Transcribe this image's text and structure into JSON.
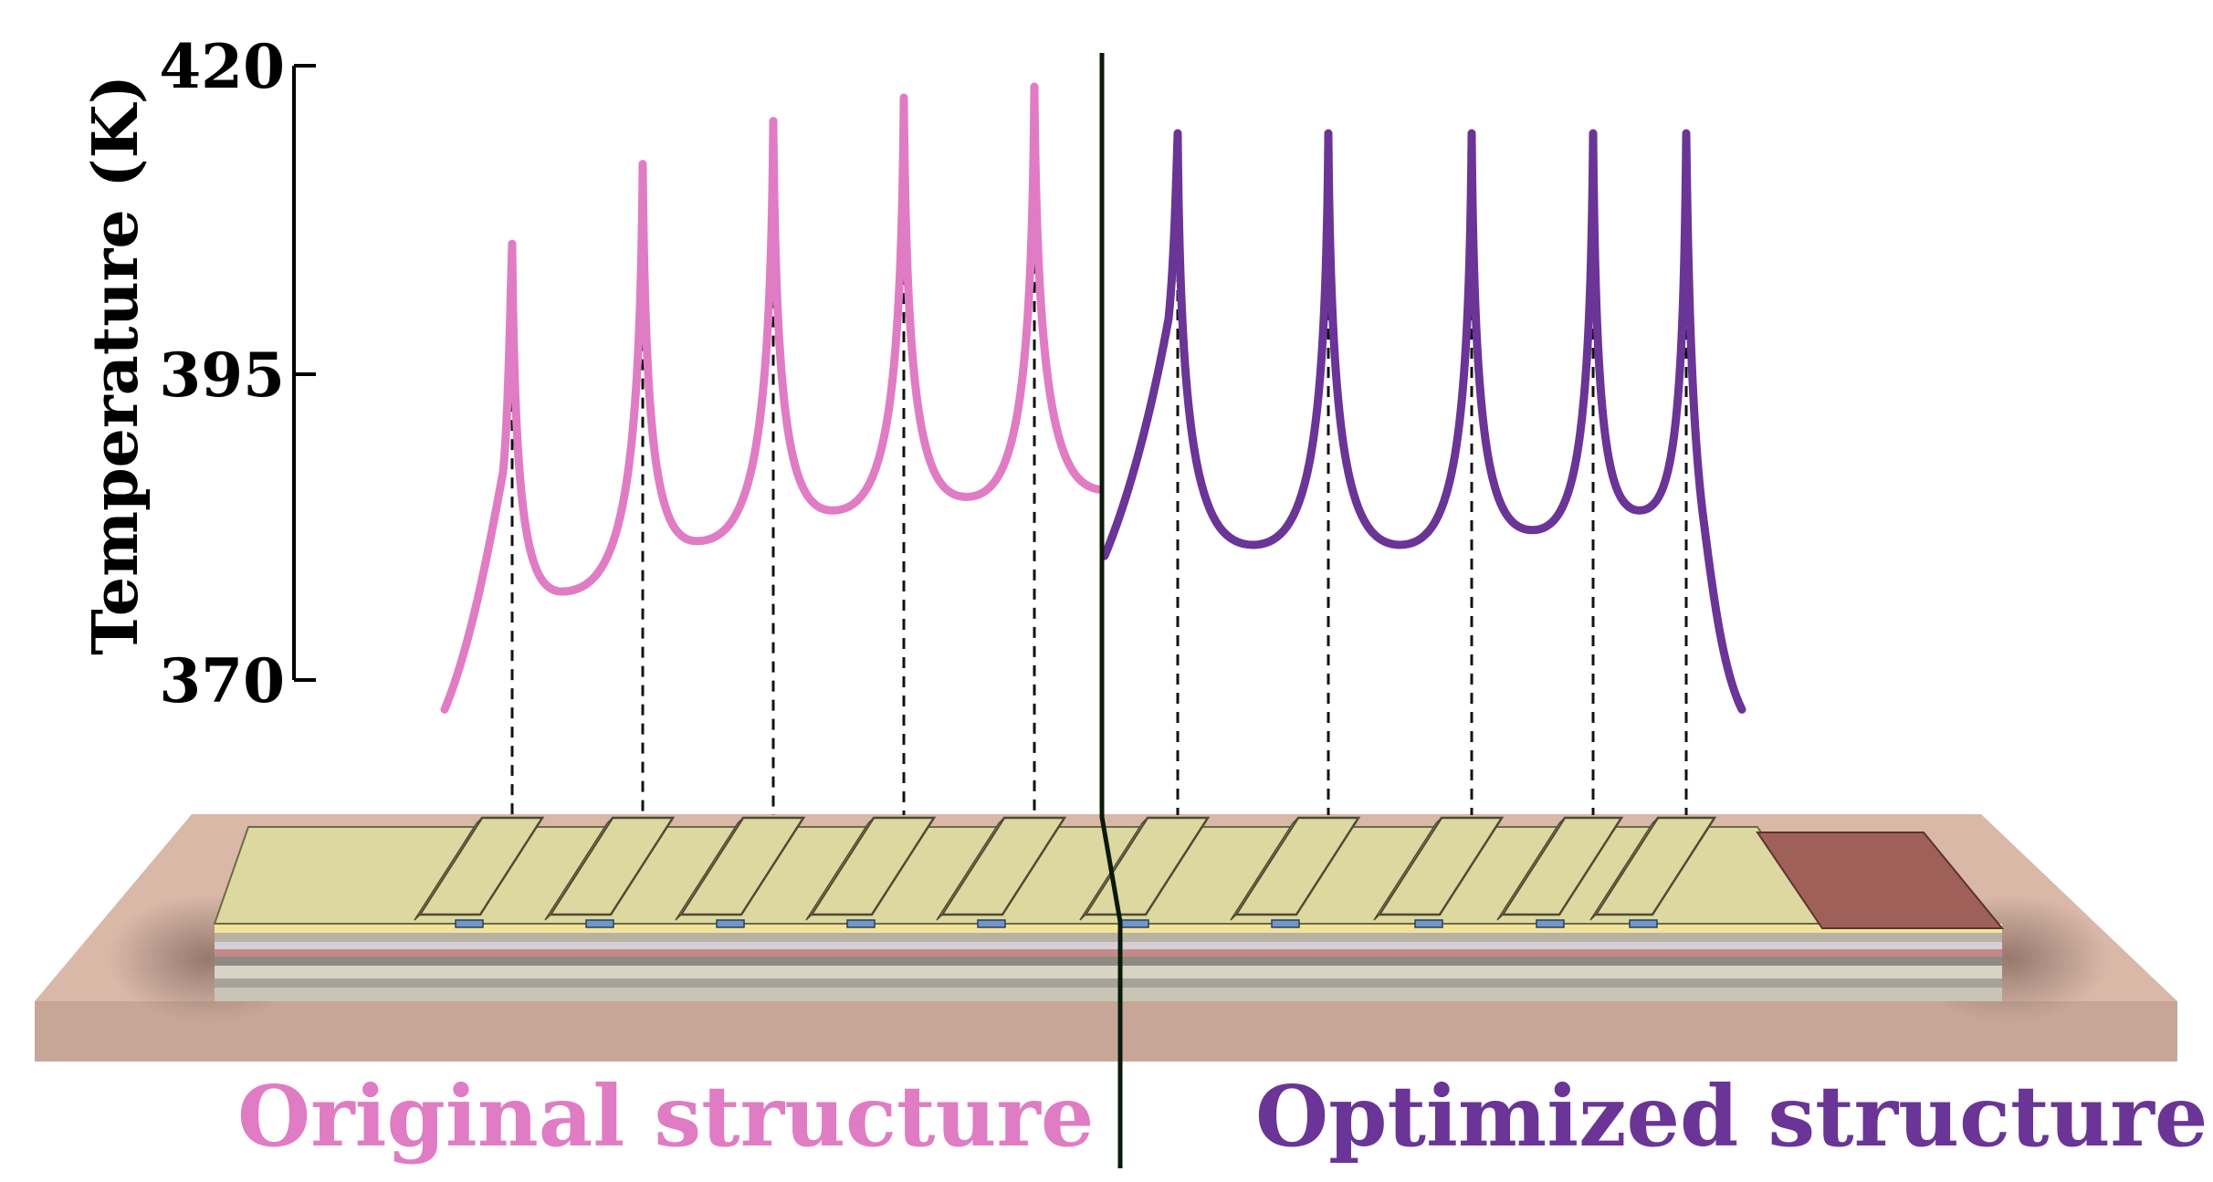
{
  "chart_data": {
    "type": "line",
    "ylabel": "Temperature (K)",
    "y_ticks": [
      "420",
      "395",
      "370"
    ],
    "ylim": [
      370,
      420
    ],
    "grid": false,
    "series": [
      {
        "name": "Original structure",
        "color": "#e07cc4",
        "segment": "left",
        "start_value": 367.6,
        "end_value": 385.5,
        "peaks": [
          {
            "value": 405.5,
            "left_valley": null,
            "right_valley": 377.2
          },
          {
            "value": 412.0,
            "left_valley": 377.2,
            "right_valley": 381.3
          },
          {
            "value": 415.5,
            "left_valley": 381.3,
            "right_valley": 383.8
          },
          {
            "value": 417.4,
            "left_valley": 383.8,
            "right_valley": 384.9
          },
          {
            "value": 418.3,
            "left_valley": 384.9,
            "right_valley": null
          }
        ]
      },
      {
        "name": "Optimized structure",
        "color": "#6a3596",
        "segment": "right",
        "start_value": 380.1,
        "end_value": 367.6,
        "peaks": [
          {
            "value": 414.5,
            "left_valley": null,
            "right_valley": 381.0
          },
          {
            "value": 414.5,
            "left_valley": 381.0,
            "right_valley": 381.0
          },
          {
            "value": 414.5,
            "left_valley": 381.0,
            "right_valley": 382.2
          },
          {
            "value": 414.5,
            "left_valley": 382.2,
            "right_valley": 383.8
          },
          {
            "value": 414.5,
            "left_valley": 383.8,
            "right_valley": null
          }
        ]
      }
    ]
  },
  "diagram": {
    "labels": {
      "original": "Original structure",
      "optimized": "Optimized structure"
    },
    "colors": {
      "original": "#e07cc4",
      "optimized": "#6a3596",
      "substrate_top": "#d9b8a8",
      "substrate_front": "#c7a698",
      "electrode": "#ddd8a0",
      "electrode_dark": "#b9b37a",
      "red_pad": "#a0605a",
      "layer_gray": "#c8c4b6",
      "divider": "#0a1a0a"
    }
  }
}
